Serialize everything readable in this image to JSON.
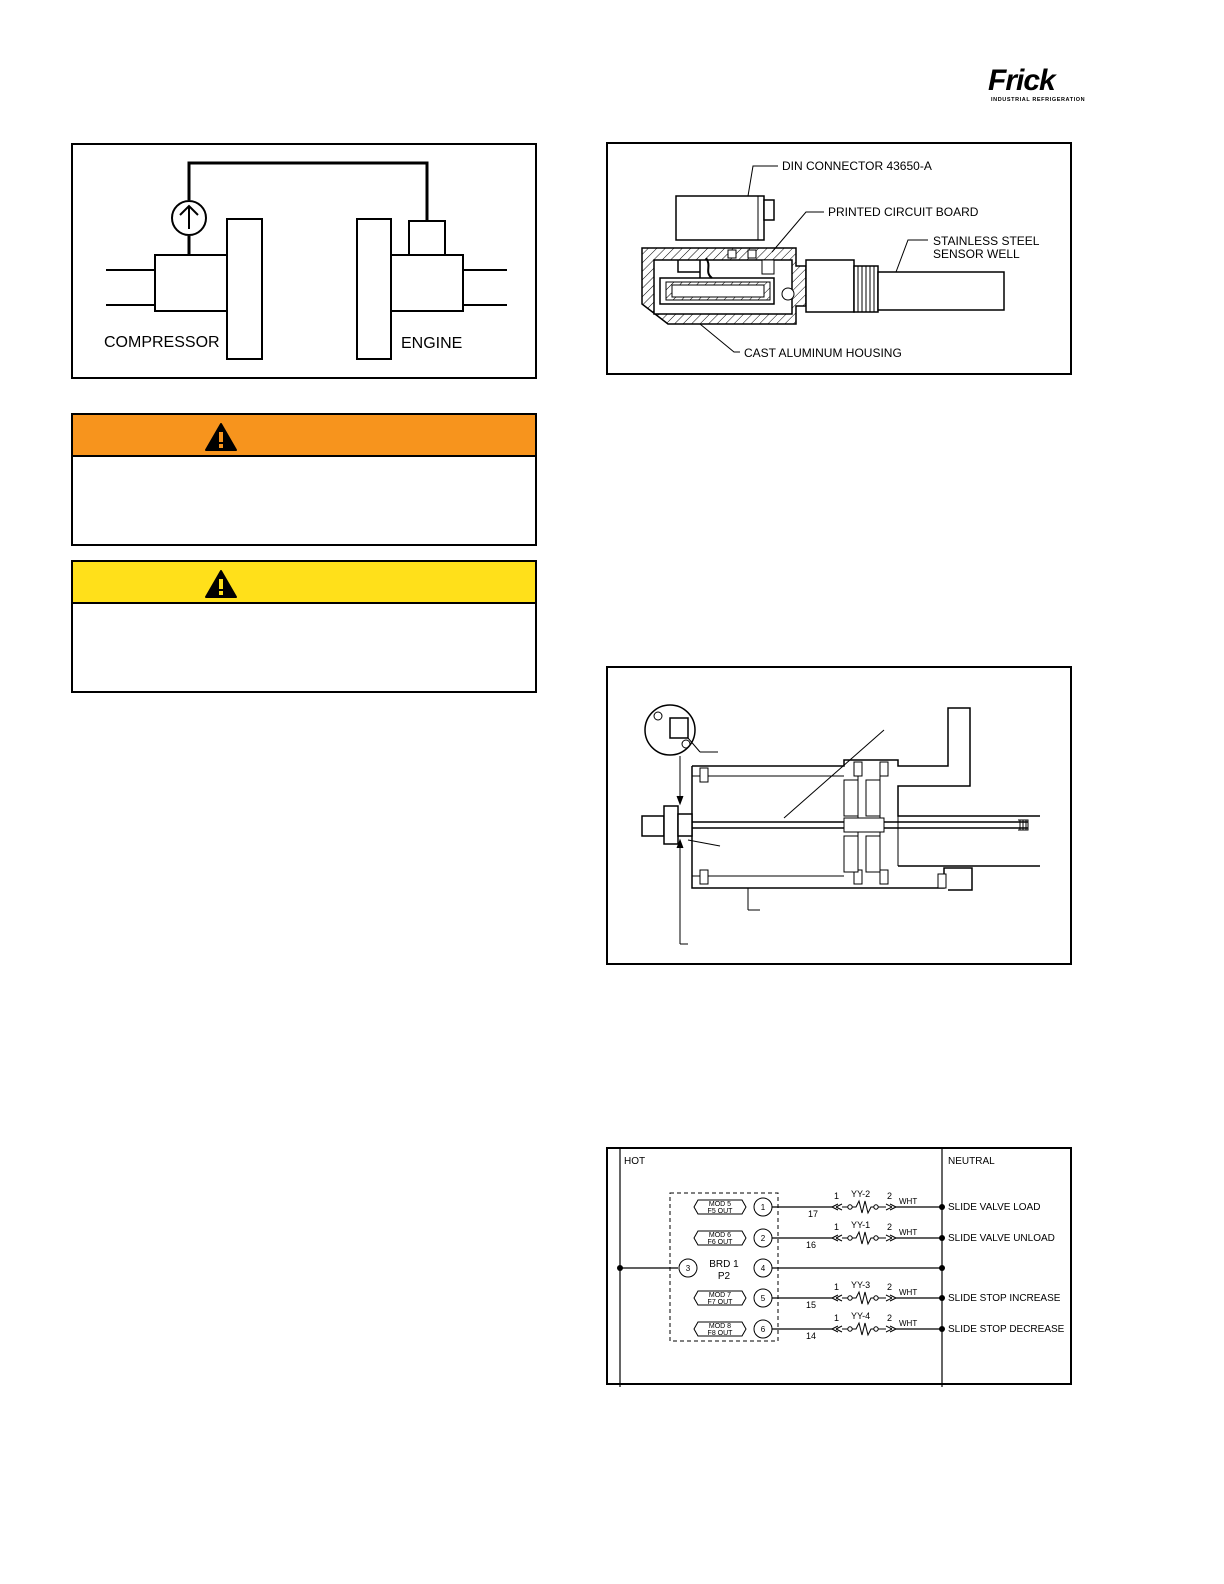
{
  "brand": {
    "name": "Frick",
    "tagline": "INDUSTRIAL REFRIGERATION"
  },
  "figure_compressor_engine": {
    "labels": {
      "compressor": "COMPRESSOR",
      "engine": "ENGINE"
    }
  },
  "warning_box": {
    "color": "#f7941d",
    "icon": "warning-triangle-icon"
  },
  "caution_box": {
    "color": "#ffe01a",
    "icon": "warning-triangle-icon"
  },
  "figure_sensor": {
    "labels": {
      "din_connector": "DIN CONNECTOR 43650-A",
      "pcb": "PRINTED CIRCUIT BOARD",
      "well_line1": "STAINLESS STEEL",
      "well_line2": "SENSOR WELL",
      "housing": "CAST ALUMINUM HOUSING"
    }
  },
  "figure_wiring": {
    "hot": "HOT",
    "neutral": "NEUTRAL",
    "board_line1": "BRD 1",
    "board_line2": "P2",
    "pin_left": "3",
    "pin_mid": "4",
    "rows": [
      {
        "mod": "MOD 5",
        "out": "F5 OUT",
        "pin": "1",
        "wire": "17",
        "coil": "YY-2",
        "t1": "1",
        "t2": "2",
        "wht": "WHT",
        "label": "SLIDE VALVE LOAD"
      },
      {
        "mod": "MOD 6",
        "out": "F6 OUT",
        "pin": "2",
        "wire": "16",
        "coil": "YY-1",
        "t1": "1",
        "t2": "2",
        "wht": "WHT",
        "label": "SLIDE VALVE UNLOAD"
      },
      {
        "mod": "MOD 7",
        "out": "F7 OUT",
        "pin": "5",
        "wire": "15",
        "coil": "YY-3",
        "t1": "1",
        "t2": "2",
        "wht": "WHT",
        "label": "SLIDE STOP INCREASE"
      },
      {
        "mod": "MOD 8",
        "out": "F8 OUT",
        "pin": "6",
        "wire": "14",
        "coil": "YY-4",
        "t1": "1",
        "t2": "2",
        "wht": "WHT",
        "label": "SLIDE STOP DECREASE"
      }
    ]
  }
}
